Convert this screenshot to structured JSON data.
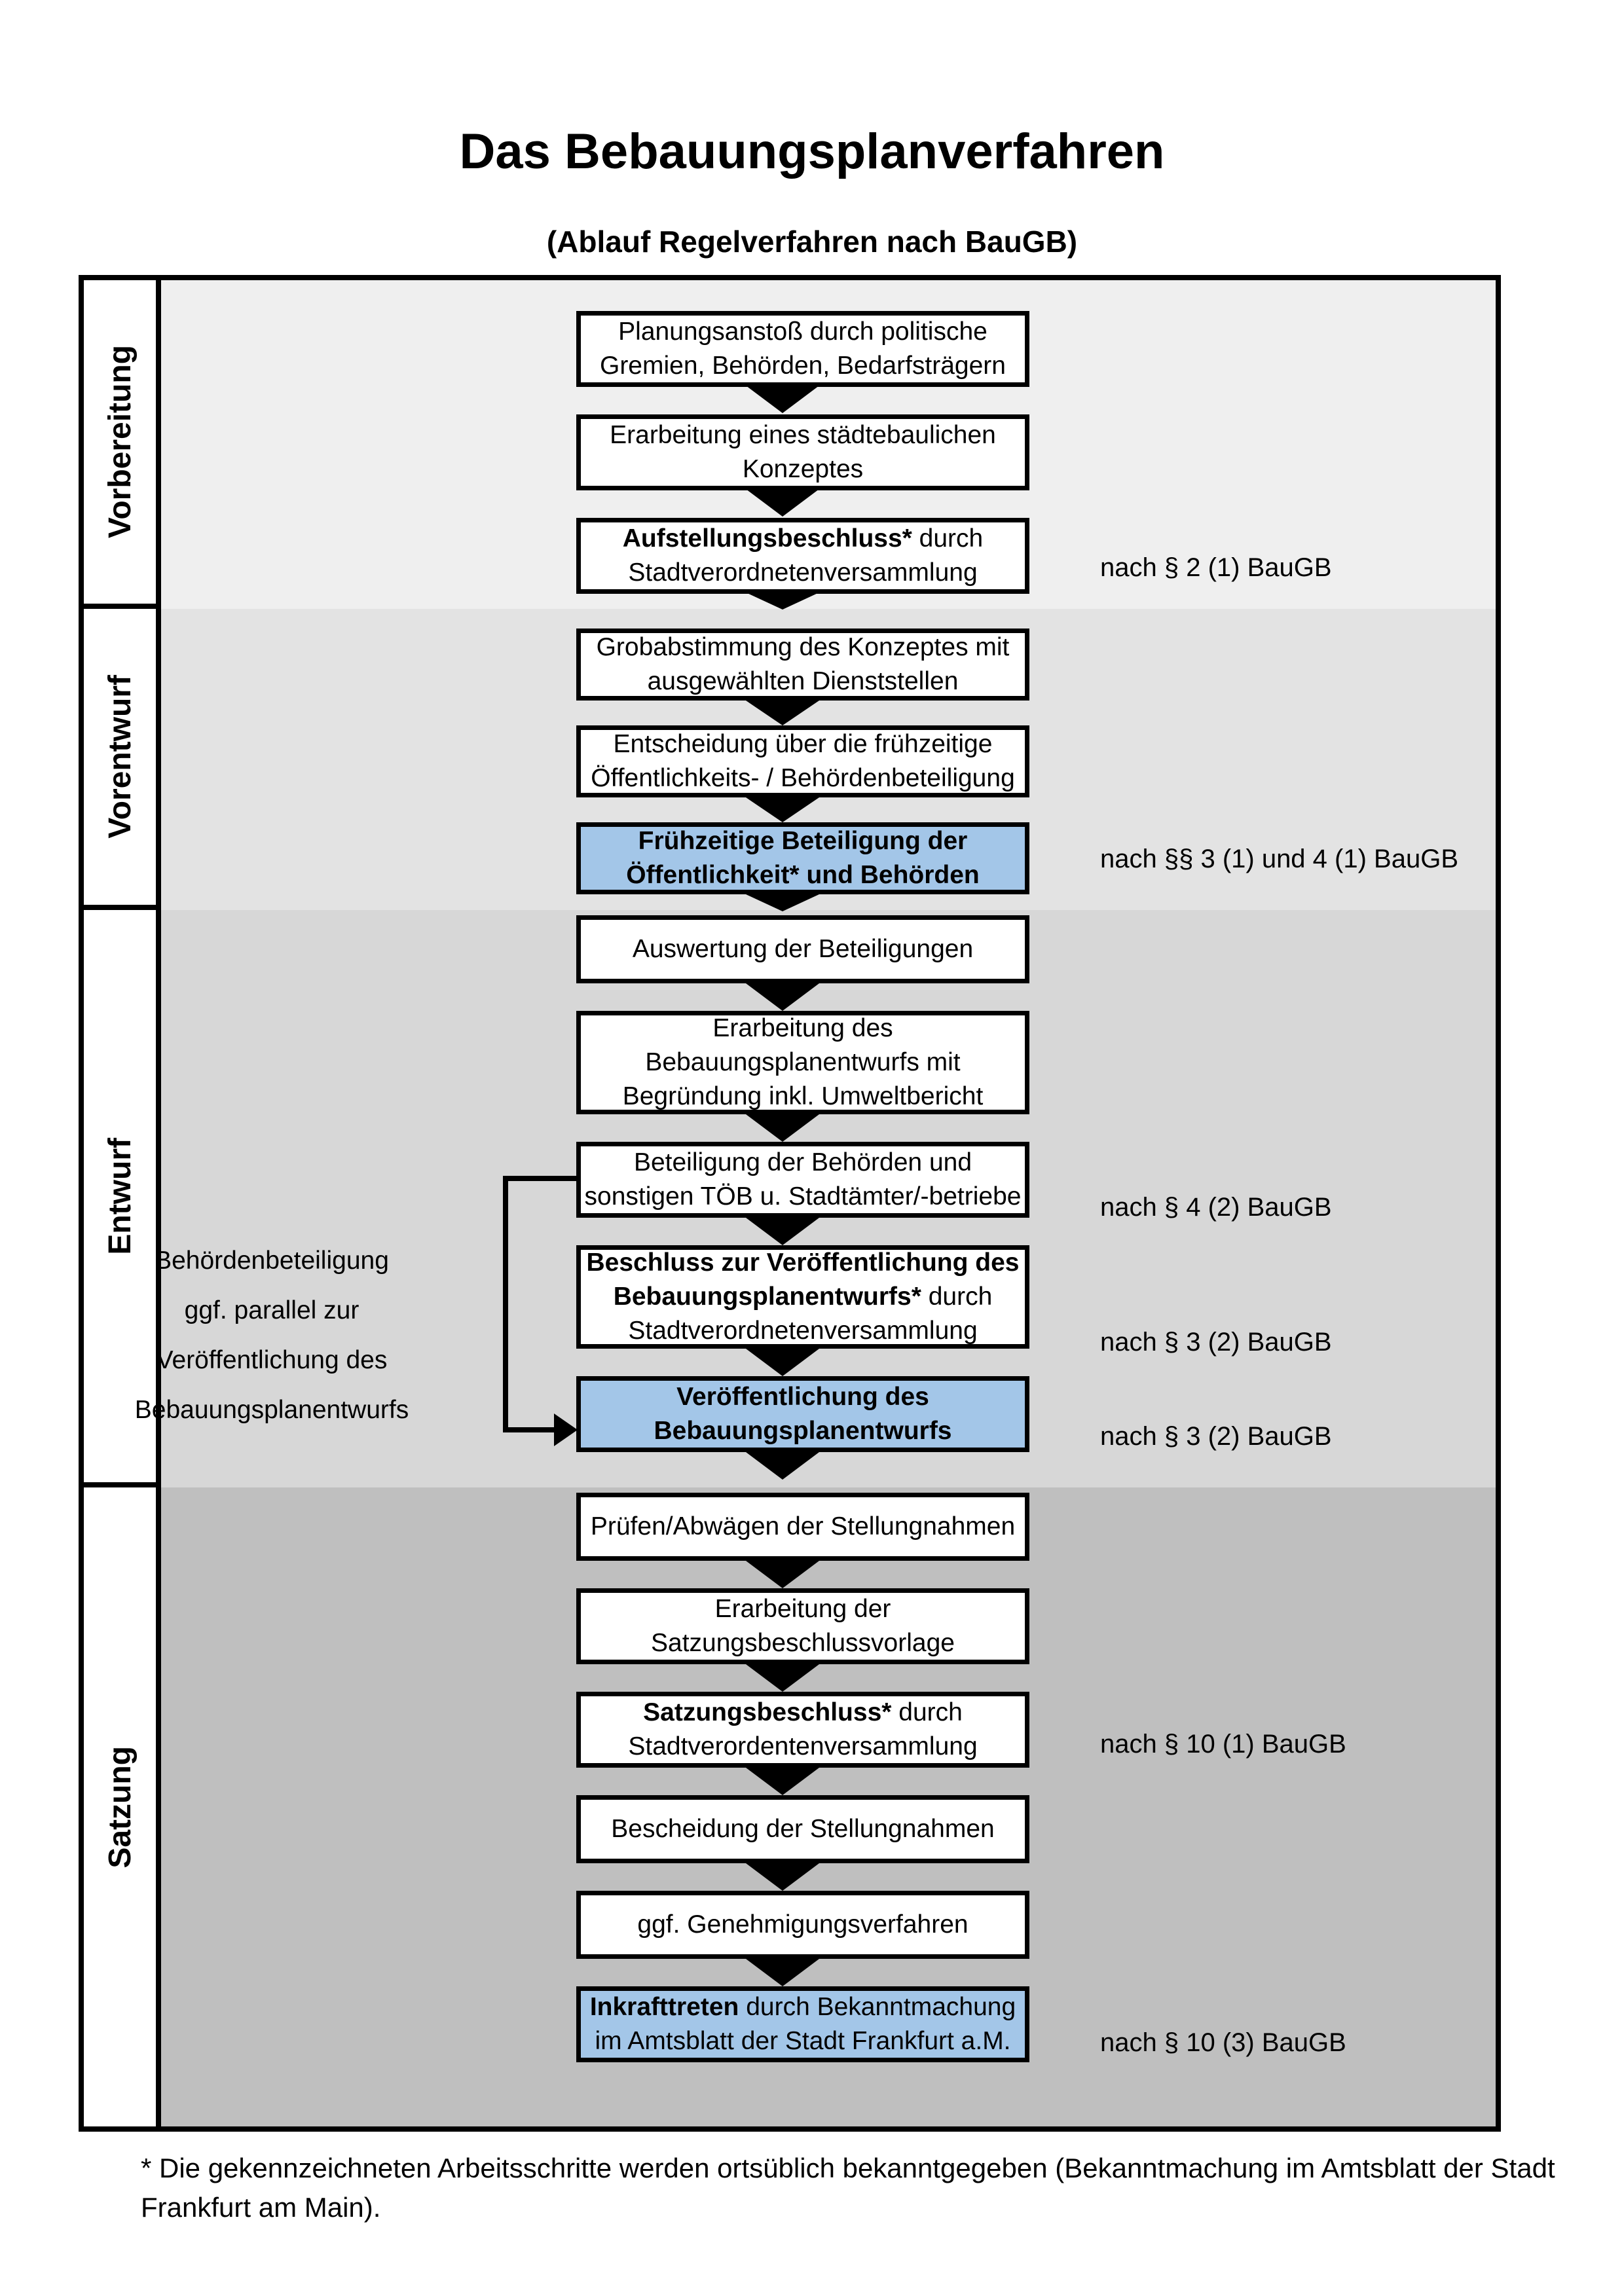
{
  "title": "Das Bebauungsplanverfahren",
  "subtitle": "(Ablauf Regelverfahren nach BauGB)",
  "phases": {
    "p1": "Vorbereitung",
    "p2": "Vorentwurf",
    "p3": "Entwurf",
    "p4": "Satzung"
  },
  "colors": {
    "section_vorbereitung": "#efefef",
    "section_vorentwurf": "#e3e3e3",
    "section_entwurf": "#d7d7d7",
    "section_satzung": "#bfbfbf",
    "highlight_blue": "#a3c6e8",
    "line_black": "#000000"
  },
  "boxes": {
    "b1": {
      "l1": "Planungsanstoß durch politische",
      "l2": "Gremien, Behörden, Bedarfsträgern"
    },
    "b2": {
      "l1": "Erarbeitung eines städtebaulichen",
      "l2": "Konzeptes"
    },
    "b3": {
      "l1_bold": "Aufstellungsbeschluss*",
      "l1_rest": " durch",
      "l2": "Stadtverordnetenversammlung"
    },
    "b4": {
      "l1": "Grobabstimmung des Konzeptes mit",
      "l2": "ausgewählten Dienststellen"
    },
    "b5": {
      "l1": "Entscheidung über die frühzeitige",
      "l2": "Öffentlichkeits- / Behördenbeteiligung"
    },
    "b6": {
      "l1": "Frühzeitige Beteiligung der",
      "l2": "Öffentlichkeit* und Behörden"
    },
    "b7": {
      "l1": "Auswertung der Beteiligungen"
    },
    "b8": {
      "l1": "Erarbeitung des",
      "l2": "Bebauungsplanentwurfs mit",
      "l3": "Begründung inkl. Umweltbericht"
    },
    "b9": {
      "l1": "Beteiligung der Behörden und",
      "l2": "sonstigen TÖB u. Stadtämter/-betriebe"
    },
    "b10": {
      "l1_bold": "Beschluss zur Veröffentlichung des",
      "l2_bold": "Bebauungsplanentwurfs*",
      "l2_rest": " durch",
      "l3": "Stadtverordnetenversammlung"
    },
    "b11": {
      "l1": "Veröffentlichung des",
      "l2": "Bebauungsplanentwurfs"
    },
    "b12": {
      "l1": "Prüfen/Abwägen der Stellungnahmen"
    },
    "b13": {
      "l1": "Erarbeitung der",
      "l2": "Satzungsbeschlussvorlage"
    },
    "b14": {
      "l1_bold": "Satzungsbeschluss*",
      "l1_rest": " durch",
      "l2": "Stadtverordentenversammlung"
    },
    "b15": {
      "l1": "Bescheidung der Stellungnahmen"
    },
    "b16": {
      "l1": "ggf. Genehmigungsverfahren"
    },
    "b17": {
      "l1_bold": "Inkrafttreten",
      "l1_rest": " durch Bekanntmachung",
      "l2": "im Amtsblatt der Stadt Frankfurt a.M."
    }
  },
  "legal_refs": {
    "r1": "nach § 2 (1) BauGB",
    "r2": "nach §§ 3 (1) und 4 (1) BauGB",
    "r3": "nach § 4 (2) BauGB",
    "r4": "nach § 3 (2) BauGB",
    "r5": "nach § 3 (2) BauGB",
    "r6": "nach § 10 (1) BauGB",
    "r7": "nach § 10 (3) BauGB"
  },
  "side_note": {
    "l1": "Behördenbeteiligung",
    "l2": "ggf. parallel zur",
    "l3": "Veröffentlichung des",
    "l4": "Bebauungsplanentwurfs"
  },
  "footnote": {
    "l1": "* Die gekennzeichneten Arbeitsschritte werden ortsüblich bekanntgegeben (Bekanntmachung im Amtsblatt  der Stadt",
    "l2": "Frankfurt am Main)."
  }
}
